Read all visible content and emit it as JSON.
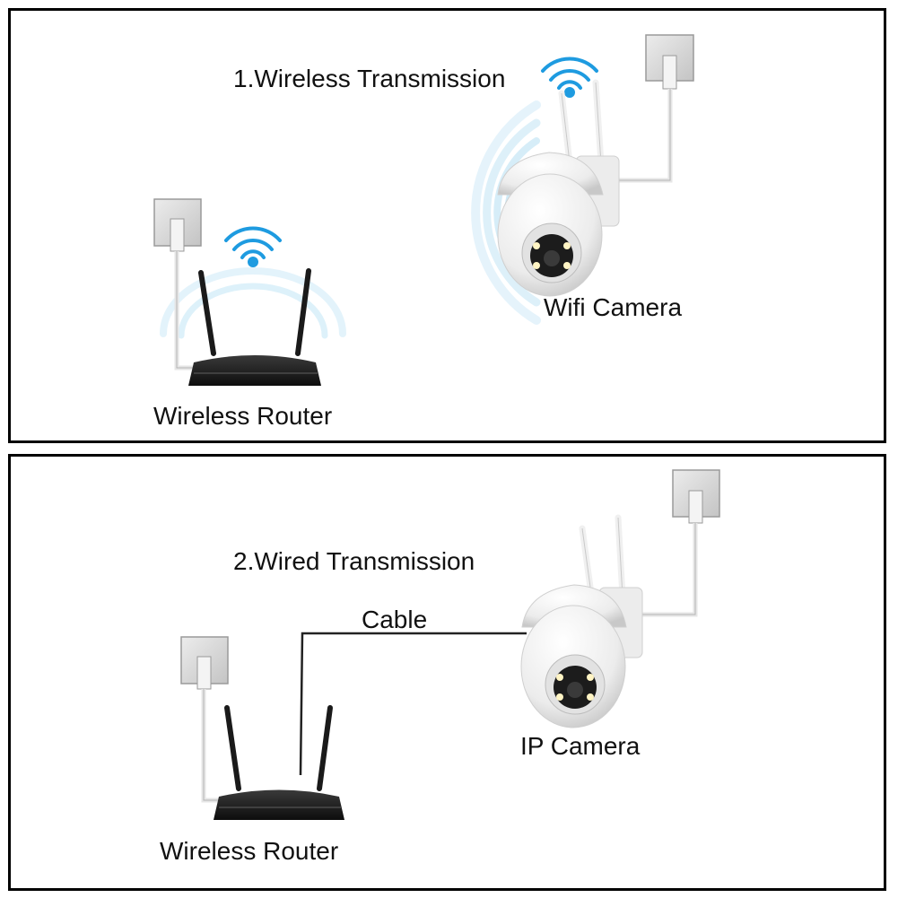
{
  "colors": {
    "border": "#000000",
    "wifi_blue": "#1e9be0",
    "wave_blue": "#bfe3f5",
    "router_black": "#1a1a1a",
    "camera_white": "#f1f1f1",
    "cable": "#222222",
    "outlet": "#d9d9d9"
  },
  "icons": [
    "wifi-icon",
    "power-outlet-icon",
    "wireless-router-icon",
    "ptz-camera-icon",
    "signal-waves-icon"
  ],
  "panel_wireless": {
    "title": "1.Wireless Transmission",
    "router_label": "Wireless Router",
    "camera_label": "Wifi Camera"
  },
  "panel_wired": {
    "title": "2.Wired Transmission",
    "cable_label": "Cable",
    "router_label": "Wireless Router",
    "camera_label": "IP Camera"
  }
}
